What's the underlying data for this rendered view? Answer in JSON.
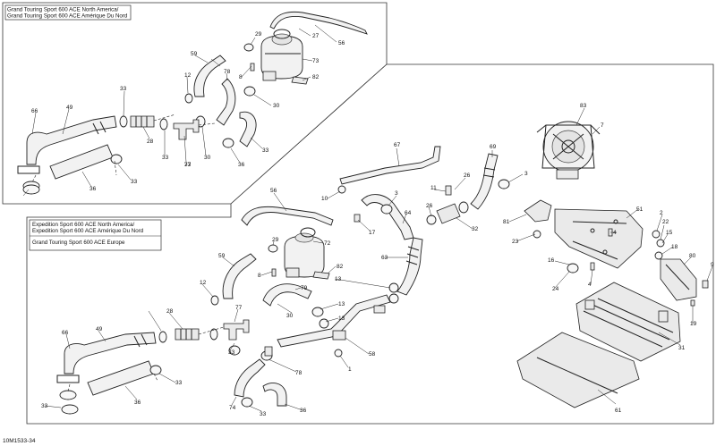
{
  "captions": {
    "top_1": "Grand Touring Sport 600 ACE North America/",
    "top_2": "Grand Touring Sport 600 ACE Amérique Du Nord",
    "bottom_1": "Expedition Sport 600 ACE North America/",
    "bottom_2": "Expedition Sport 600 ACE Amérique Du Nord",
    "bottom_3": "Grand Touring Sport 600 ACE Europe"
  },
  "drawing_code": "10M1533-34",
  "labels": [
    "56",
    "27",
    "29",
    "73",
    "59",
    "12",
    "8",
    "82",
    "78",
    "30",
    "33",
    "28",
    "66",
    "49",
    "36",
    "77",
    "30",
    "33",
    "36",
    "33",
    "83",
    "7",
    "67",
    "69",
    "3",
    "26",
    "11",
    "10",
    "3",
    "64",
    "26",
    "32",
    "81",
    "23",
    "56",
    "29",
    "72",
    "82",
    "17",
    "63",
    "51",
    "59",
    "8",
    "12",
    "79",
    "13",
    "13",
    "13",
    "30",
    "33",
    "28",
    "77",
    "66",
    "49",
    "36",
    "33",
    "33",
    "58",
    "74",
    "33",
    "36",
    "78",
    "1",
    "2",
    "22",
    "15",
    "18",
    "80",
    "9",
    "16",
    "24",
    "4",
    "4",
    "19",
    "31",
    "61",
    "33",
    "33"
  ]
}
